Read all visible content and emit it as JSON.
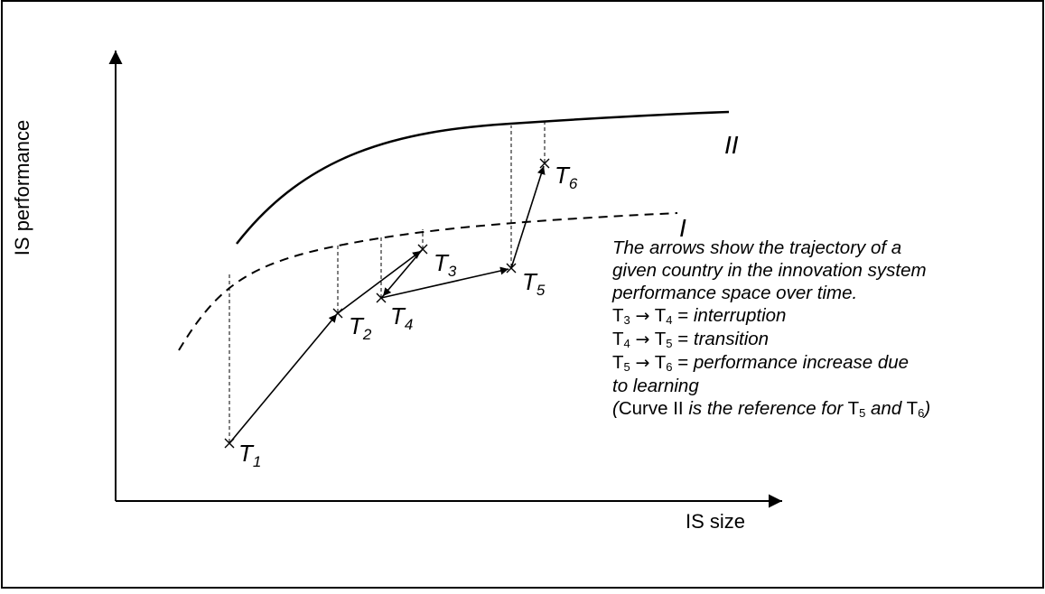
{
  "axes": {
    "y_label": "IS performance",
    "x_label": "IS size"
  },
  "curves": [
    {
      "id": "I",
      "label": "I",
      "style": "dashed"
    },
    {
      "id": "II",
      "label": "II",
      "style": "solid"
    }
  ],
  "points": [
    {
      "name": "T",
      "sub": "1"
    },
    {
      "name": "T",
      "sub": "2"
    },
    {
      "name": "T",
      "sub": "3"
    },
    {
      "name": "T",
      "sub": "4"
    },
    {
      "name": "T",
      "sub": "5"
    },
    {
      "name": "T",
      "sub": "6"
    }
  ],
  "legend": {
    "intro": [
      "The arrows show the trajectory of a",
      "given country in the innovation system",
      "performance space over time."
    ],
    "arrow": "→",
    "T": "T",
    "sub3": "3",
    "sub4": "4",
    "sub5": "5",
    "sub6": "6",
    "eq": "=",
    "interruption": "interruption",
    "transition": "transition",
    "perf_line1": "performance increase due",
    "perf_line2": "to learning",
    "ref_open": "(",
    "ref_curve": "Curve II",
    "ref_mid": "is the reference for",
    "ref_and": "and",
    "ref_close": ")"
  }
}
